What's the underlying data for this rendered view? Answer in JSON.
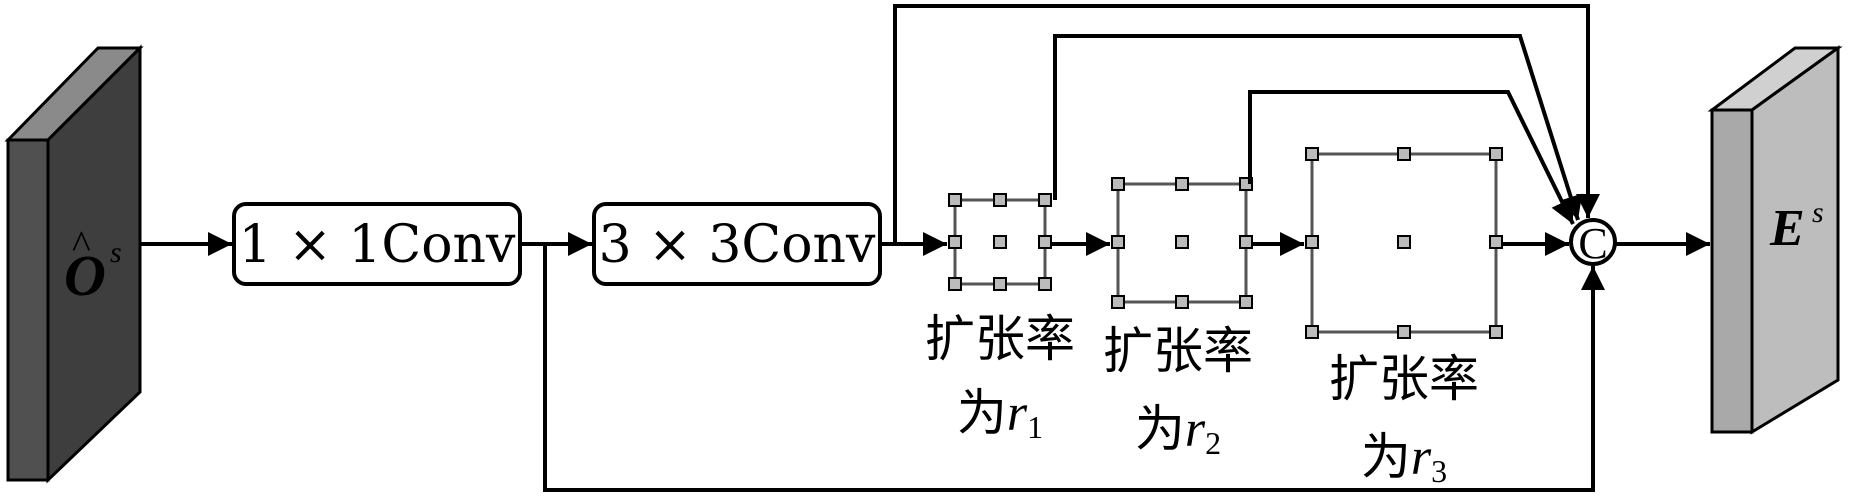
{
  "input_feature": {
    "symbol": "O",
    "accent": "^",
    "superscript": "s",
    "color": "#4a4a4a"
  },
  "output_feature": {
    "symbol": "E",
    "superscript": "s",
    "color": "#a9a9a9"
  },
  "conv1": {
    "label": "1 × 1Conv"
  },
  "conv3": {
    "label": "3 × 3Conv"
  },
  "dilation_blocks": [
    {
      "caption": "扩张率",
      "prefix": "为",
      "var": "r",
      "sub": "1"
    },
    {
      "caption": "扩张率",
      "prefix": "为",
      "var": "r",
      "sub": "2"
    },
    {
      "caption": "扩张率",
      "prefix": "为",
      "var": "r",
      "sub": "3"
    }
  ],
  "concat": {
    "symbol": "C"
  }
}
